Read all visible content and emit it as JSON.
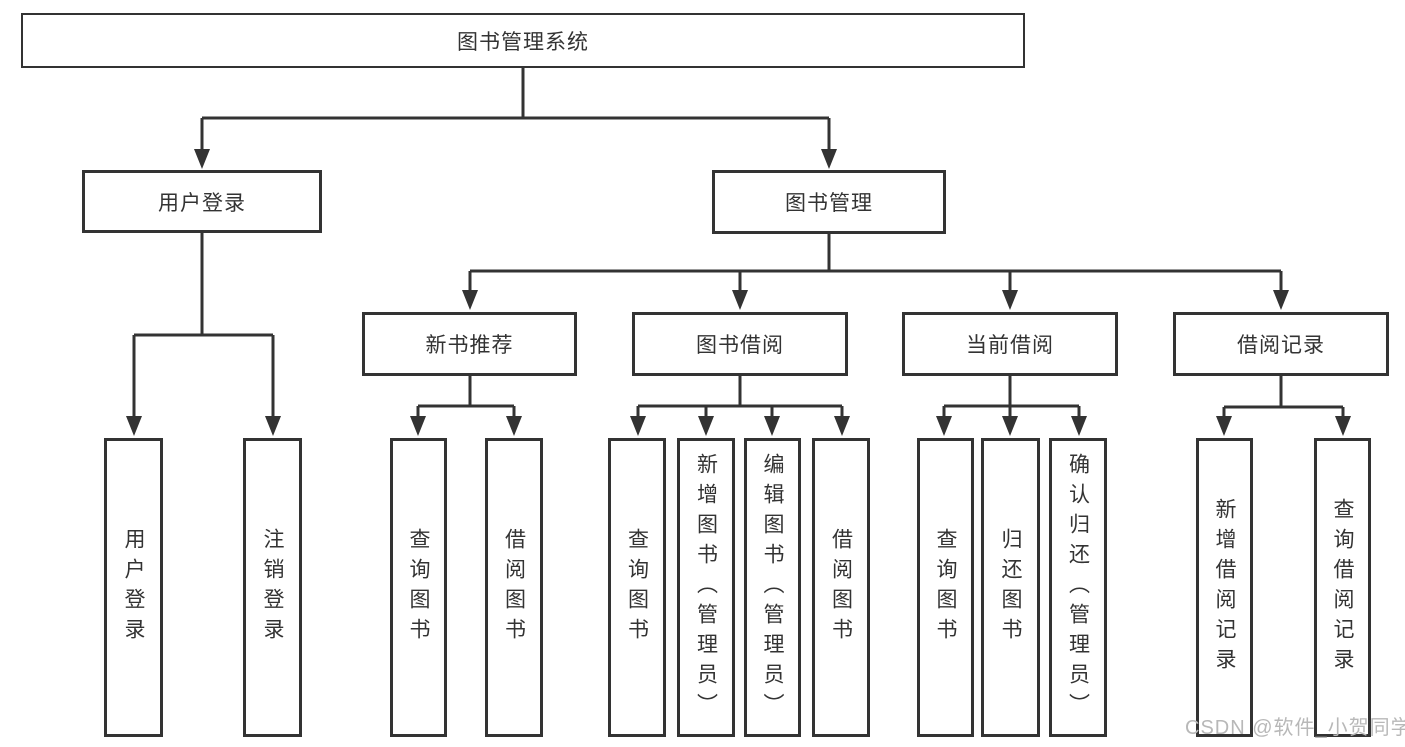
{
  "tree": {
    "root": {
      "label": "图书管理系统"
    },
    "branches": [
      {
        "label": "用户登录",
        "children": [
          {
            "label": "用户登录"
          },
          {
            "label": "注销登录"
          }
        ]
      },
      {
        "label": "图书管理",
        "children": [
          {
            "label": "新书推荐",
            "children": [
              {
                "label": "查询图书"
              },
              {
                "label": "借阅图书"
              }
            ]
          },
          {
            "label": "图书借阅",
            "children": [
              {
                "label": "查询图书"
              },
              {
                "label": "新增图书（管理员）"
              },
              {
                "label": "编辑图书（管理员）"
              },
              {
                "label": "借阅图书"
              }
            ]
          },
          {
            "label": "当前借阅",
            "children": [
              {
                "label": "查询图书"
              },
              {
                "label": "归还图书"
              },
              {
                "label": "确认归还（管理员）"
              }
            ]
          },
          {
            "label": "借阅记录",
            "children": [
              {
                "label": "新增借阅记录"
              },
              {
                "label": "查询借阅记录"
              }
            ]
          }
        ]
      }
    ]
  },
  "watermark": {
    "text": "CSDN @软件_小贺同学"
  },
  "colors": {
    "line": "#333333",
    "box_border": "#333333",
    "box_background": "#ffffff",
    "text": "#333333",
    "watermark": "#b8b8b8",
    "page_background": "#ffffff"
  }
}
